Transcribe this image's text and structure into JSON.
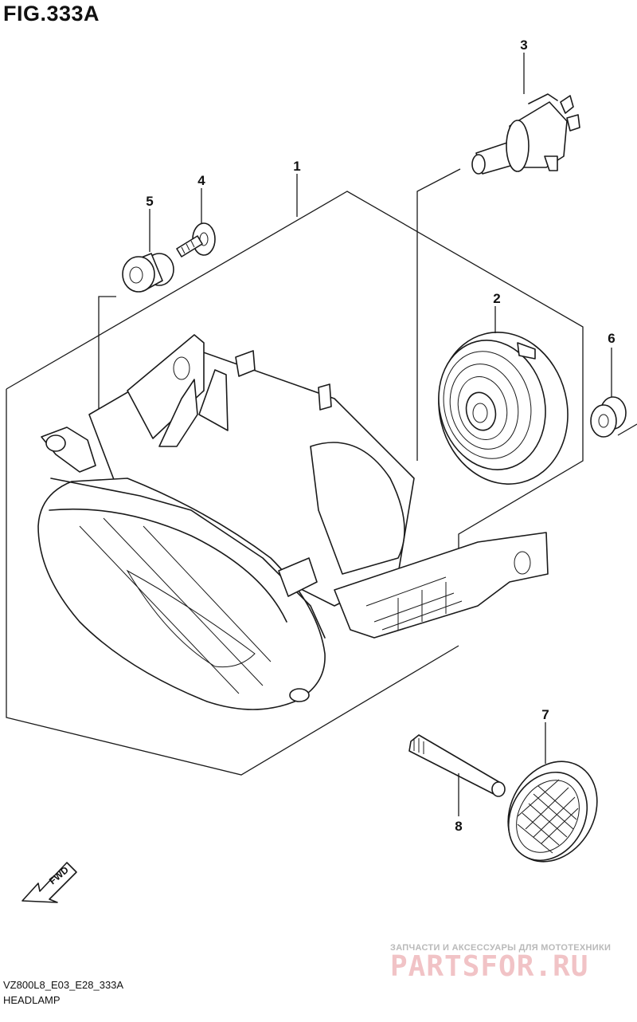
{
  "figure": {
    "title": "FIG.333A"
  },
  "parts": [
    {
      "no": "1"
    },
    {
      "no": "2"
    },
    {
      "no": "3"
    },
    {
      "no": "4"
    },
    {
      "no": "5"
    },
    {
      "no": "6"
    },
    {
      "no": "7"
    },
    {
      "no": "8"
    }
  ],
  "fwd_label": "FWD",
  "footer": {
    "code": "VZ800L8_E03_E28_333A",
    "caption": "HEADLAMP"
  },
  "watermark": {
    "tagline": "ЗАПЧАСТИ И АКСЕССУАРЫ ДЛЯ МОТОТЕХНИКИ",
    "brand": "PARTSFOR.RU"
  },
  "colors": {
    "line": "#1a1a1a",
    "watermark": "#cd2832"
  }
}
